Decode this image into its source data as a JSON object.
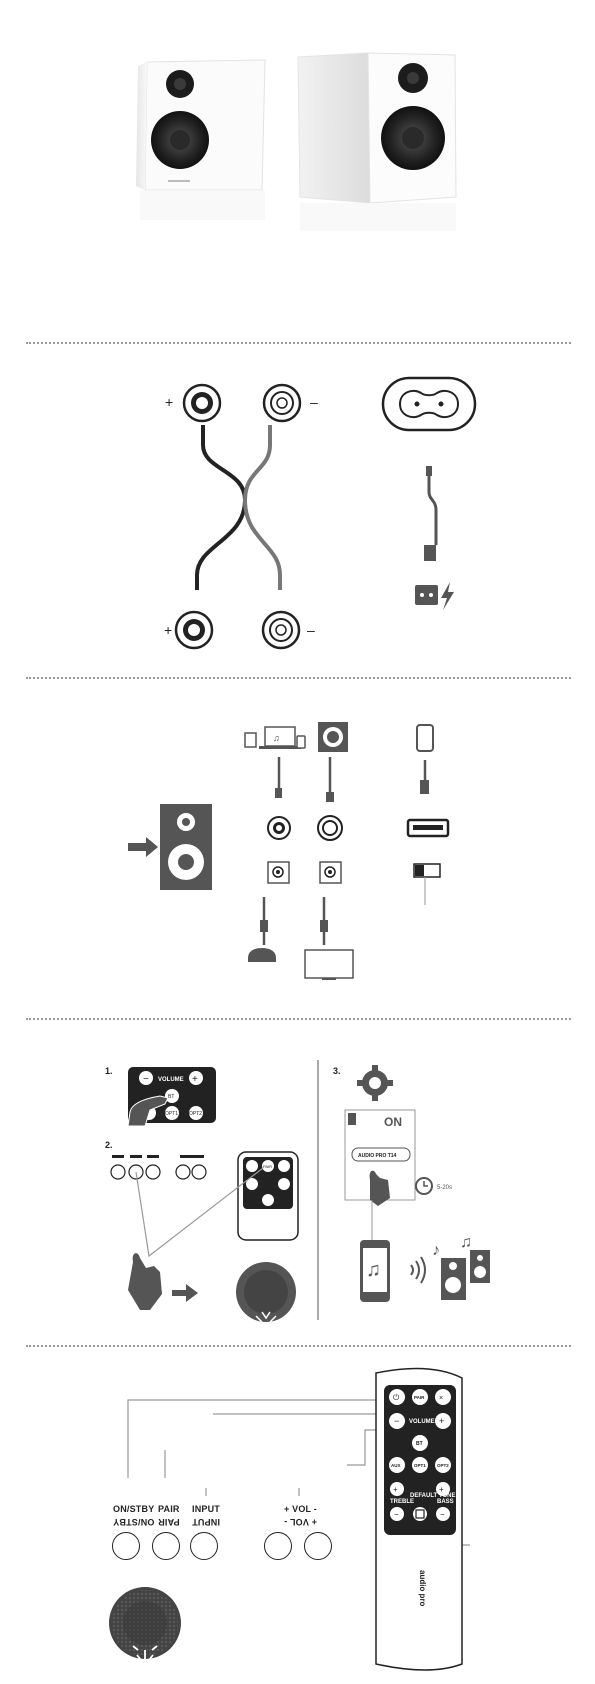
{
  "steps": [
    "1.",
    "2.",
    "3."
  ],
  "section4": {
    "bt_on": "ON",
    "device_name": "AUDIO PRO T14",
    "timer": "5-20s",
    "remote_small": {
      "volume": "VOLUME",
      "bt": "BT",
      "opt1": "OPT1",
      "opt2": "OPT2",
      "pair": "PAIR"
    }
  },
  "section5": {
    "buttons": [
      {
        "label": "ON/STBY"
      },
      {
        "label": "PAIR"
      },
      {
        "label": "INPUT"
      },
      {
        "label": "+ VOL -"
      }
    ],
    "remote": {
      "pair": "PAIR",
      "volume": "VOLUME",
      "bt": "BT",
      "aux": "AUX",
      "opt1": "OPT1",
      "opt2": "OPT2",
      "treble": "TREBLE",
      "default_tone": "DEFAULT TONE",
      "bass": "BASS",
      "brand": "audio pro"
    }
  },
  "colors": {
    "dark": "#222222",
    "grey": "#555555",
    "light": "#9a9a9a"
  }
}
